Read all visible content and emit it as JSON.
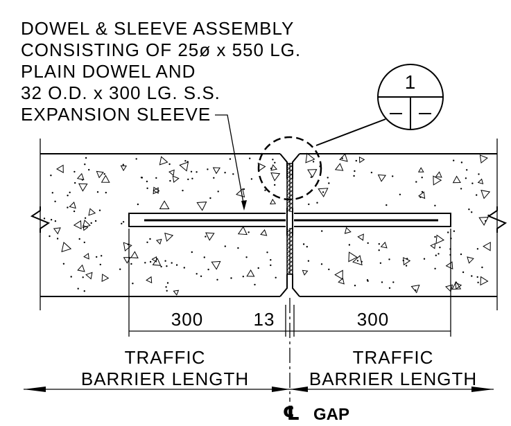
{
  "note": {
    "lines": [
      "DOWEL & SLEEVE ASSEMBLY",
      "CONSISTING OF 25ø x 550 LG.",
      "PLAIN DOWEL AND",
      "32 O.D. x 300 LG. S.S.",
      "EXPANSION SLEEVE"
    ]
  },
  "detail_callout": {
    "number": "1",
    "sheet": "– | –"
  },
  "dimensions": {
    "left": "300",
    "gap": "13",
    "right": "300"
  },
  "left_barrier": {
    "line1": "TRAFFIC",
    "line2": "BARRIER LENGTH"
  },
  "right_barrier": {
    "line1": "TRAFFIC",
    "line2": "BARRIER LENGTH"
  },
  "centerline": {
    "symbol": "℄",
    "label": "GAP"
  }
}
